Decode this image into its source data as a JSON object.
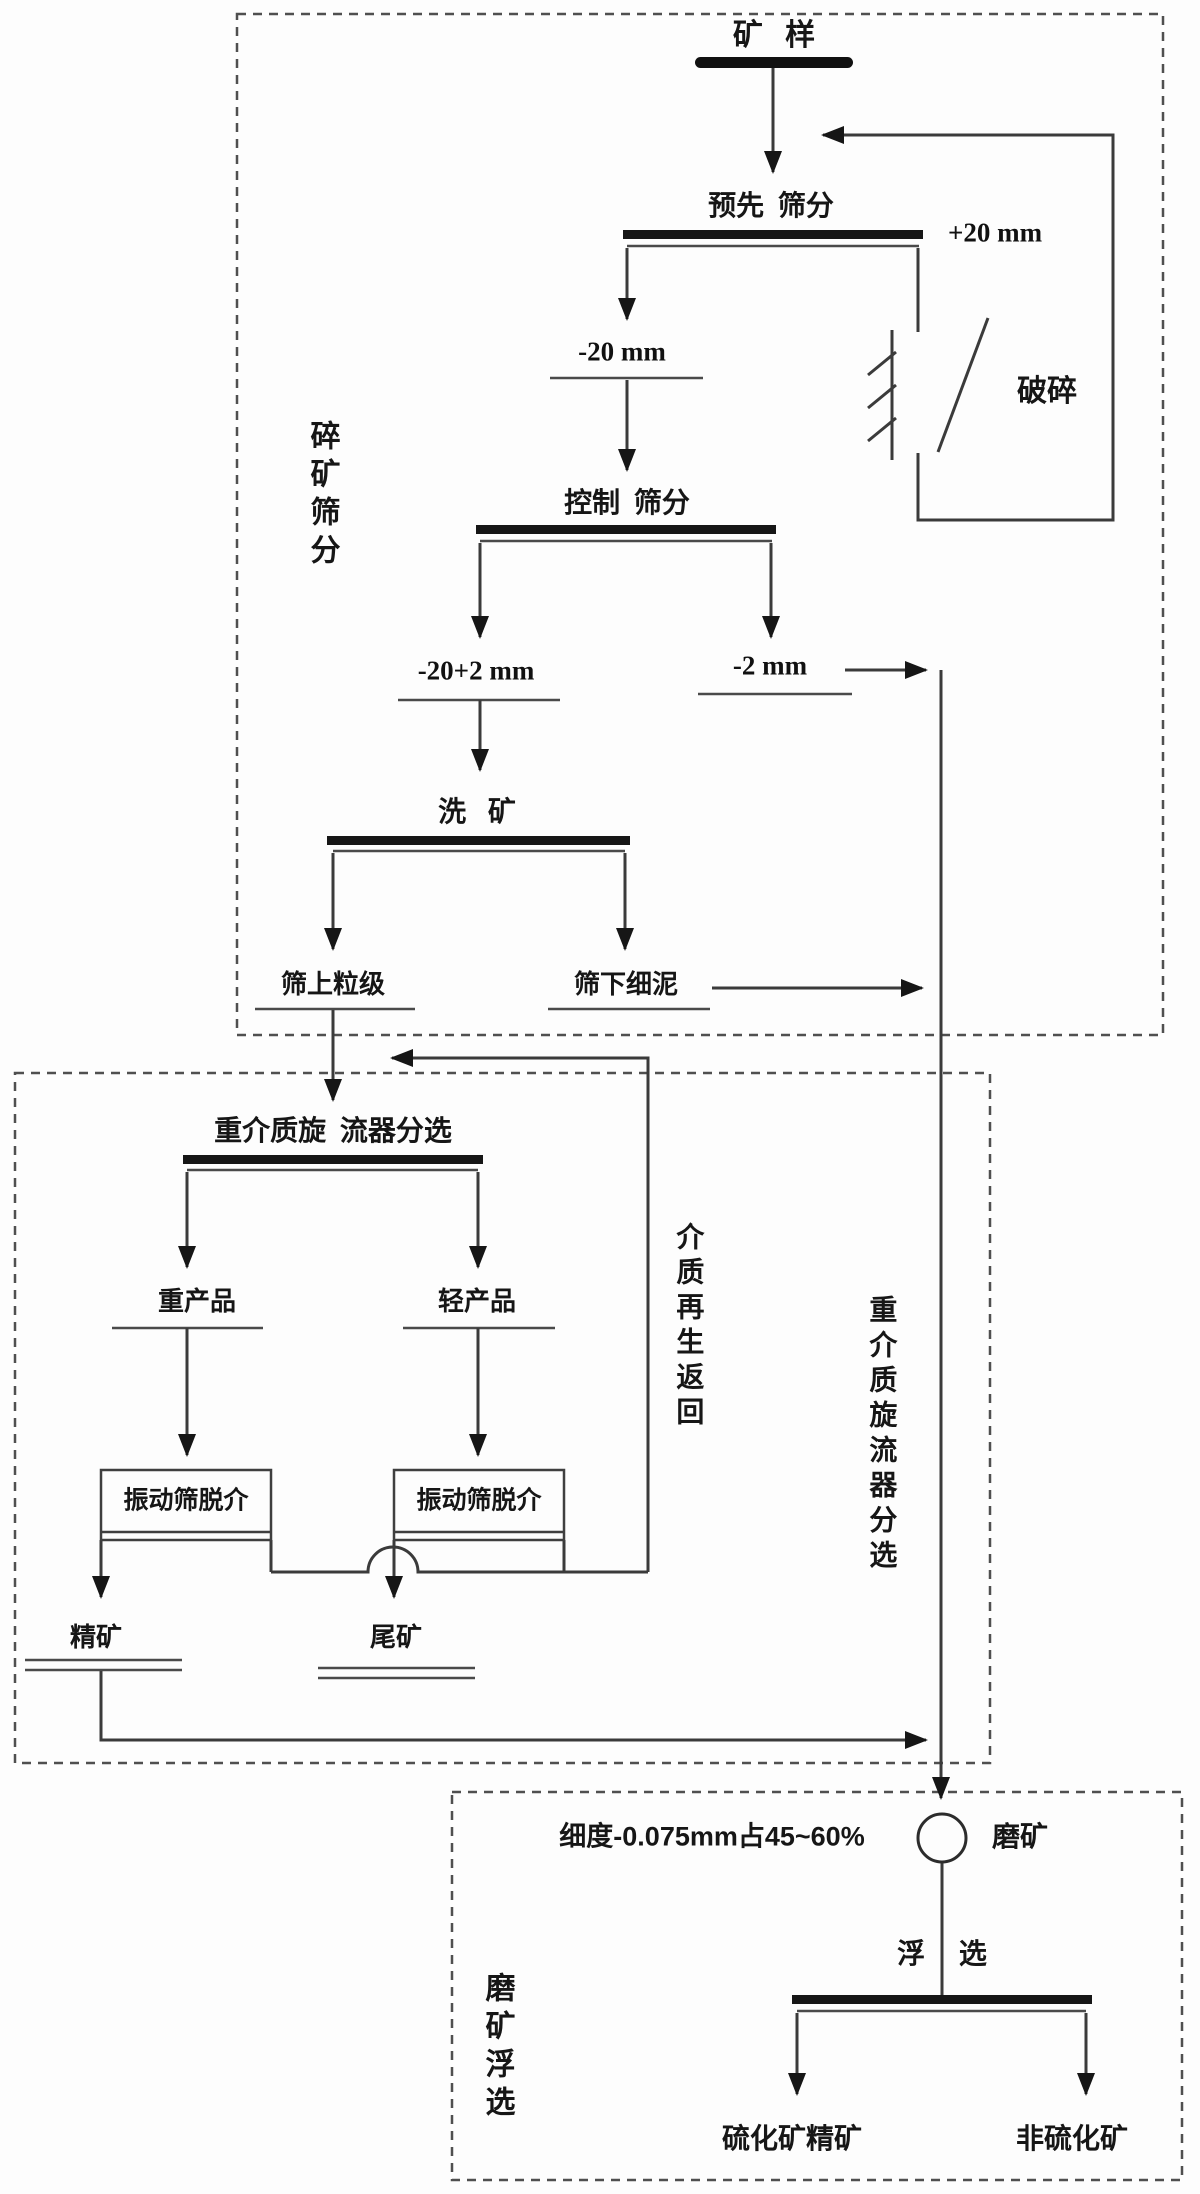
{
  "diagram": {
    "type": "mineral-processing-flowsheet",
    "background": "#fdfdfd",
    "line_color": "#3b3b3b",
    "bar_color": "#161616",
    "dash_color": "#4f4f4f",
    "sections": {
      "crushing_screening": {
        "side_label": "碎矿筛分"
      },
      "heavy_medium_separation": {
        "inner_loop_label": "介质再生返回",
        "side_label": "重介质旋流器分选"
      },
      "grinding_flotation": {
        "side_label": "磨矿浮选"
      }
    },
    "nodes": {
      "ore_sample": "矿 样",
      "preliminary_screening": "预先 筛分",
      "size_plus_20": "+20 mm",
      "size_minus_20": "-20 mm",
      "crushing": "破碎",
      "control_screening": "控制 筛分",
      "size_minus20_plus2": "-20+2 mm",
      "size_minus_2": "-2 mm",
      "ore_washing": "洗 矿",
      "oversize_fraction": "筛上粒级",
      "undersize_slime": "筛下细泥",
      "hm_cyclone_separation": "重介质旋 流器分选",
      "heavy_product": "重产品",
      "light_product": "轻产品",
      "vibrating_screen_demediuming_left": "振动筛脱介",
      "vibrating_screen_demediuming_right": "振动筛脱介",
      "concentrate": "精矿",
      "tailings": "尾矿",
      "fineness_note": "细度-0.075mm占45~60%",
      "grinding": "磨矿",
      "flotation": "浮 选",
      "sulfide_concentrate": "硫化矿精矿",
      "non_sulfide_ore": "非硫化矿"
    }
  }
}
